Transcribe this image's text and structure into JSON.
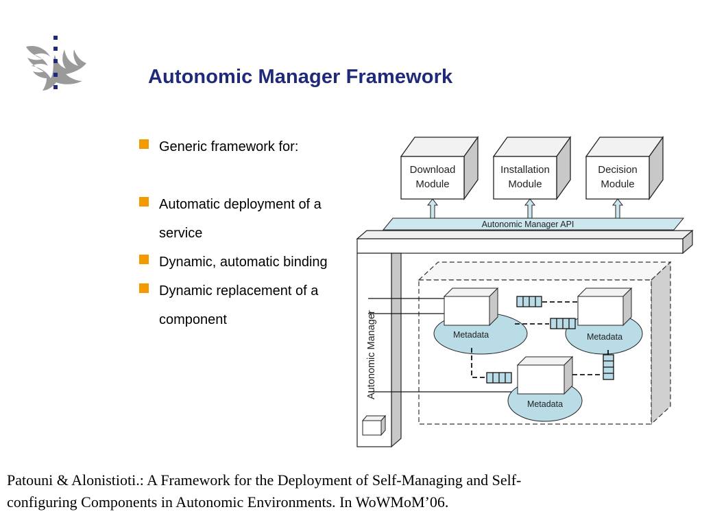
{
  "title": "Autonomic Manager Framework",
  "logo": {
    "icon": "flame-emblem-icon",
    "colors": {
      "flame": "#9a9a9a",
      "dots": "#1f2a7a"
    }
  },
  "bullets": [
    "Generic framework for:",
    "Automatic deployment of a service",
    "Dynamic, automatic binding",
    "Dynamic replacement of a component"
  ],
  "diagram": {
    "modules": [
      "Download",
      "Module",
      "Installation",
      "Module",
      "Decision",
      "Module"
    ],
    "api_label": "Autonomic Manager API",
    "manager_label": "Autonomic Manager",
    "metadata_label": "Metadata",
    "colors": {
      "api": "#cde7ef",
      "metadata": "#b9dce6",
      "bullet": "#f39a00",
      "title": "#1f2a7a"
    }
  },
  "citation": {
    "line1": "Patouni & Alonistioti.: A Framework for the Deployment of Self-Managing and Self-",
    "line2": "configuring Components in Autonomic Environments. In WoWMoM’06."
  }
}
